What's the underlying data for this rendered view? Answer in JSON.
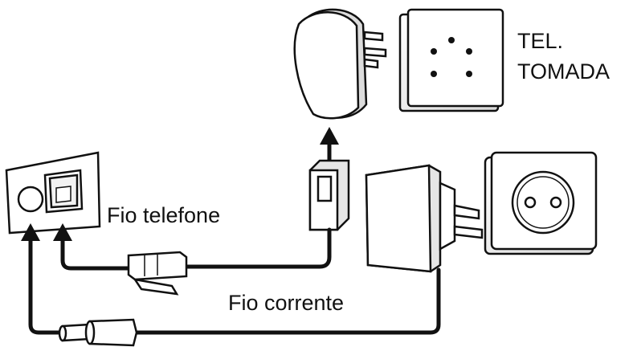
{
  "labels": {
    "tel_line1": "TEL.",
    "tel_line2": "TOMADA",
    "phone_cord": "Fio telefone",
    "power_cord": "Fio corrente"
  },
  "colors": {
    "stroke": "#111111",
    "fill": "#ffffff",
    "shade": "#e6e6e6"
  }
}
